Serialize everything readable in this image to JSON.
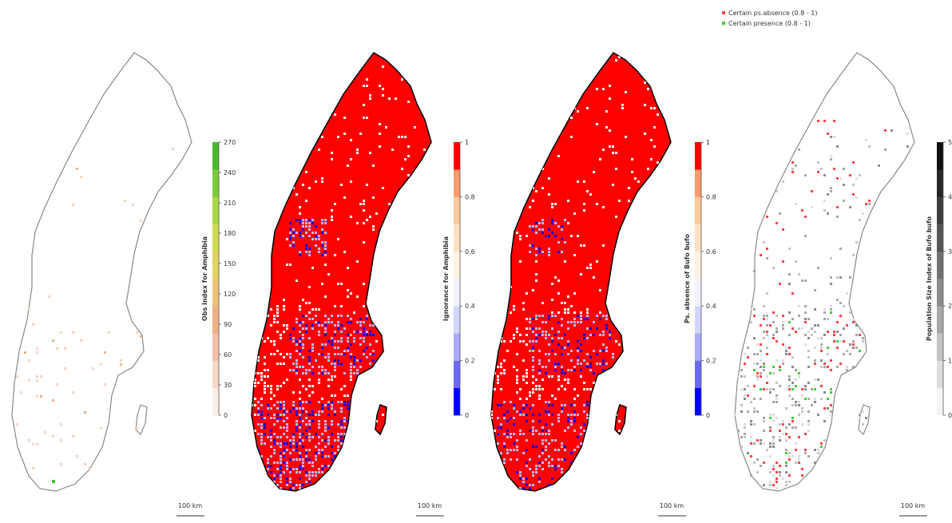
{
  "panels": [
    {
      "id": "obs",
      "colorbar": {
        "title": "Obs Index  for Amphibia",
        "ticks": [
          "0",
          "30",
          "60",
          "90",
          "120",
          "150",
          "180",
          "210",
          "240",
          "270"
        ],
        "colors": [
          "#fbeee9",
          "#f6d8c8",
          "#f2c1a6",
          "#eeb186",
          "#e9c27a",
          "#e3d364",
          "#cddc51",
          "#a8d745",
          "#7acb3b",
          "#4db733"
        ]
      },
      "scale_label": "100 km"
    },
    {
      "id": "ignorance",
      "colorbar": {
        "title": "Ignorance for Amphibia",
        "ticks": [
          "0",
          "0.2",
          "0.4",
          "0.6",
          "0.8",
          "1"
        ],
        "colors": [
          "#0000ff",
          "#6a6aff",
          "#aaaaff",
          "#d2d6ff",
          "#f2f2ff",
          "#fff2e0",
          "#ffe1c0",
          "#ffc89a",
          "#ff9a6a",
          "#ff0000"
        ]
      },
      "scale_label": "100 km"
    },
    {
      "id": "psabsence",
      "colorbar": {
        "title": "Ps. absence of Bufo bufo",
        "ticks": [
          "0",
          "0.2",
          "0.4",
          "0.6",
          "0.8",
          "1"
        ],
        "colors": [
          "#0000ff",
          "#6a6aff",
          "#aaaaff",
          "#d2d6ff",
          "#f2f2ff",
          "#fff2e0",
          "#ffe1c0",
          "#ffc89a",
          "#ff9a6a",
          "#ff0000"
        ]
      },
      "scale_label": "100 km"
    },
    {
      "id": "popsize",
      "colorbar": {
        "title": "Population Size Index of Bufo bufo",
        "ticks": [
          "0",
          "1",
          "2",
          "3",
          "4",
          "5"
        ],
        "colors": [
          "#f4f4f4",
          "#dddddd",
          "#c4c4c4",
          "#a8a8a8",
          "#8c8c8c",
          "#707070",
          "#555555",
          "#3d3d3d",
          "#262626",
          "#111111"
        ]
      },
      "scale_label": "100 km"
    }
  ],
  "legend": {
    "items": [
      {
        "label": "Certain ps.absence (0.8 - 1)",
        "color": "#ff4444"
      },
      {
        "label": "Certain presence (0.8 - 1)",
        "color": "#44cc44"
      }
    ]
  },
  "colors": {
    "outline": "#888888",
    "red": "#ff0000",
    "blue_dark": "#0000ff",
    "blue_light": "#b8bcff",
    "green": "#44cc44"
  }
}
